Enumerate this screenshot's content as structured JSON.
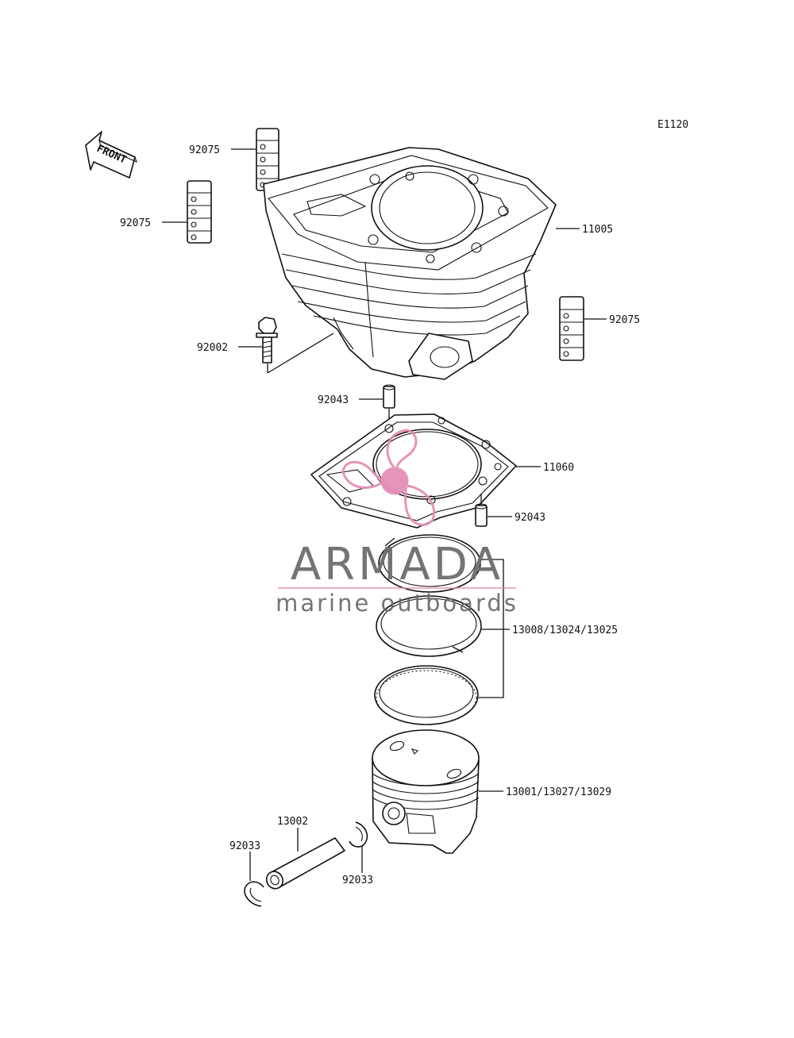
{
  "diagram": {
    "code": "E1120",
    "front_arrow": "FRONT",
    "labels": {
      "rubber_a": "92075",
      "rubber_b": "92075",
      "rubber_c": "92075",
      "cylinder": "11005",
      "bolt": "92002",
      "dowel_top": "92043",
      "gasket": "11060",
      "dowel_bottom": "92043",
      "rings": "13008/13024/13025",
      "piston": "13001/13027/13029",
      "pin": "13002",
      "clip_left": "92033",
      "clip_right": "92033"
    }
  },
  "watermark": {
    "brand": "ARMADA",
    "tagline": "marine outboards",
    "accent_color": "#e58fb6",
    "text_color": "#6d6d6d"
  }
}
